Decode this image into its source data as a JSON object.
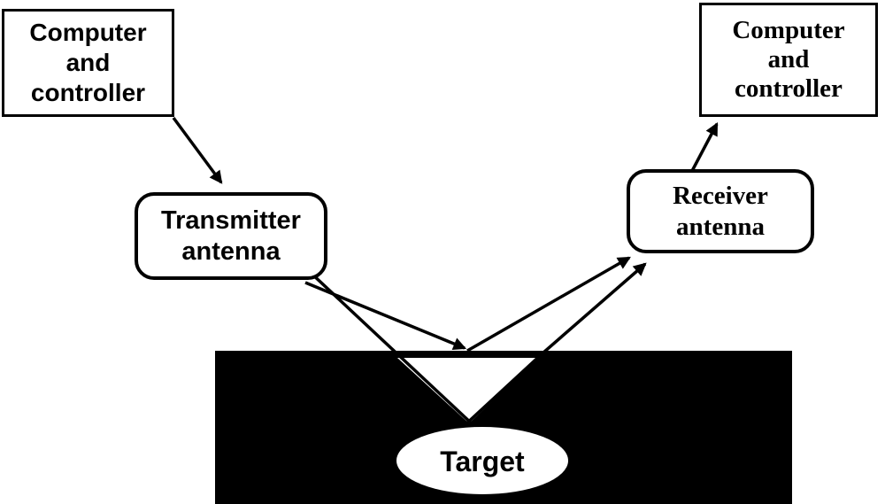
{
  "diagram": {
    "title_hint": "GPR transmit/receive system schematic",
    "colors": {
      "ink": "#000000",
      "background": "#ffffff",
      "ground_fill": "#000000"
    },
    "nodes": {
      "computer_left": {
        "label": "Computer\nand\ncontroller",
        "shape": "rectangle"
      },
      "transmitter": {
        "label": "Transmitter\nantenna",
        "shape": "rounded-rectangle"
      },
      "receiver": {
        "label": "Receiver\nantenna",
        "shape": "rounded-rectangle"
      },
      "computer_right": {
        "label": "Computer\nand\ncontroller",
        "shape": "rectangle"
      },
      "target": {
        "label": "Target",
        "shape": "ellipse"
      },
      "ground": {
        "label": "",
        "shape": "filled-rectangle"
      }
    },
    "edges": [
      {
        "from": "computer_left",
        "to": "transmitter",
        "type": "arrow"
      },
      {
        "from": "transmitter",
        "to": "ground-surface",
        "type": "arrow"
      },
      {
        "from": "transmitter",
        "to": "target",
        "type": "beam-line"
      },
      {
        "from": "target",
        "to": "receiver",
        "type": "beam-arrow"
      },
      {
        "from": "ground-surface",
        "to": "receiver",
        "type": "arrow"
      },
      {
        "from": "receiver",
        "to": "computer_right",
        "type": "arrow"
      }
    ]
  }
}
